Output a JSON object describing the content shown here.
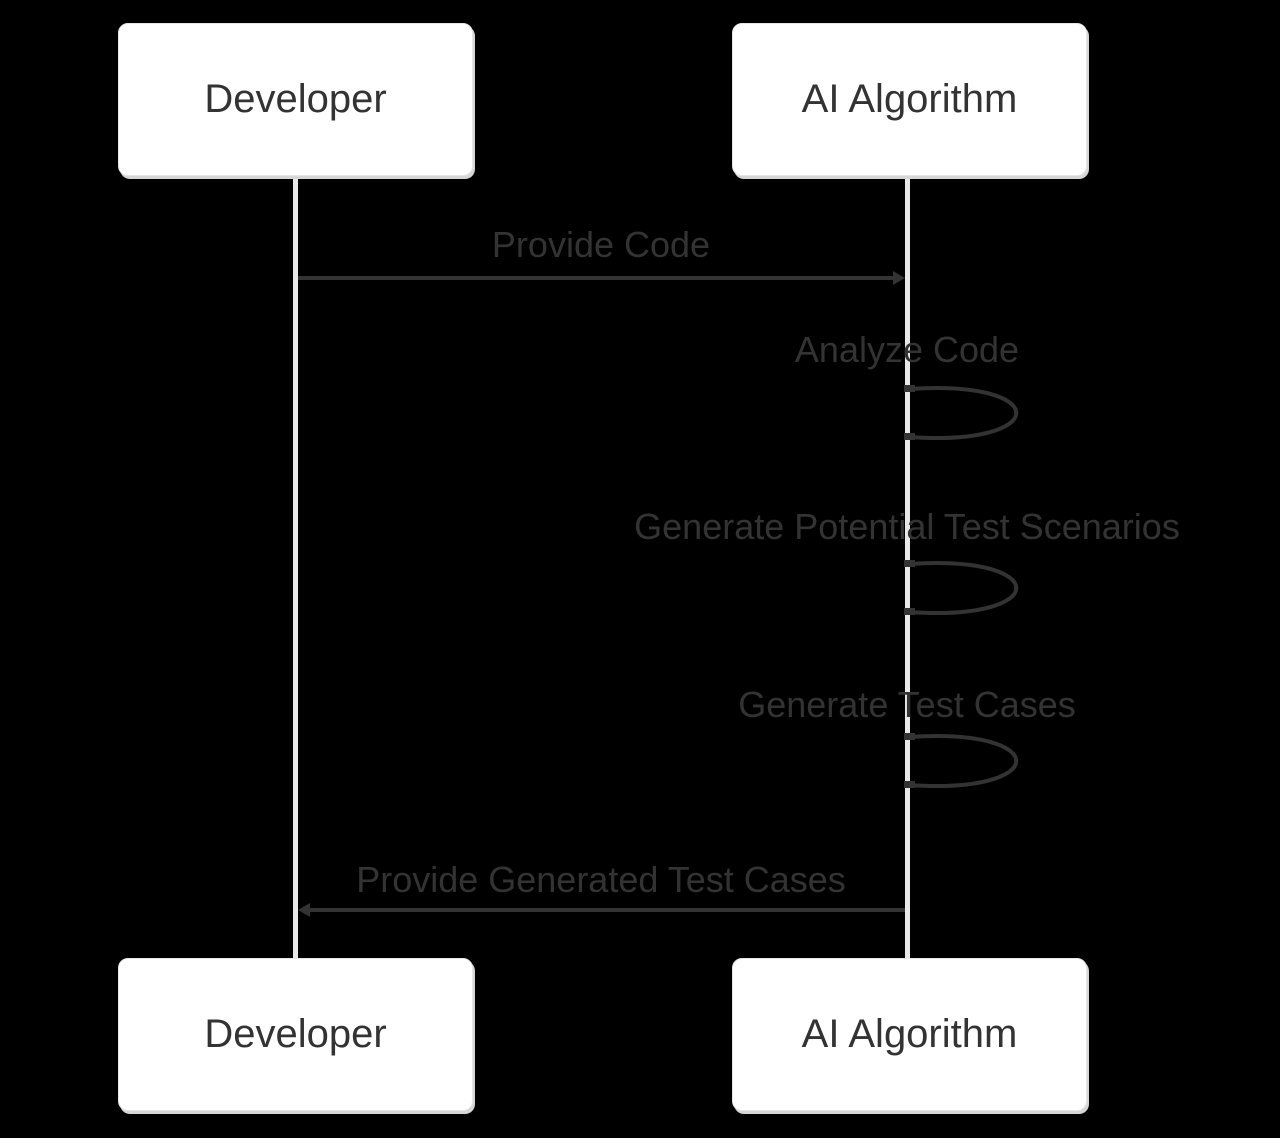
{
  "diagram": {
    "type": "sequence",
    "actors": [
      {
        "id": "developer",
        "name": "Developer"
      },
      {
        "id": "ai-algorithm",
        "name": "AI Algorithm"
      }
    ],
    "messages": [
      {
        "label": "Provide Code",
        "from": "Developer",
        "to": "AI Algorithm",
        "kind": "arrow"
      },
      {
        "label": "Analyze Code",
        "from": "AI Algorithm",
        "to": "AI Algorithm",
        "kind": "self-loop"
      },
      {
        "label": "Generate Potential Test Scenarios",
        "from": "AI Algorithm",
        "to": "AI Algorithm",
        "kind": "self-loop"
      },
      {
        "label": "Generate Test Cases",
        "from": "AI Algorithm",
        "to": "AI Algorithm",
        "kind": "self-loop"
      },
      {
        "label": "Provide Generated Test Cases",
        "from": "AI Algorithm",
        "to": "Developer",
        "kind": "arrow"
      }
    ],
    "colors": {
      "background": "#000000",
      "box_fill": "#ffffff",
      "box_border": "#e6e6e6",
      "text": "#333333",
      "line": "#333333",
      "lifeline": "#e8e8e8"
    }
  }
}
